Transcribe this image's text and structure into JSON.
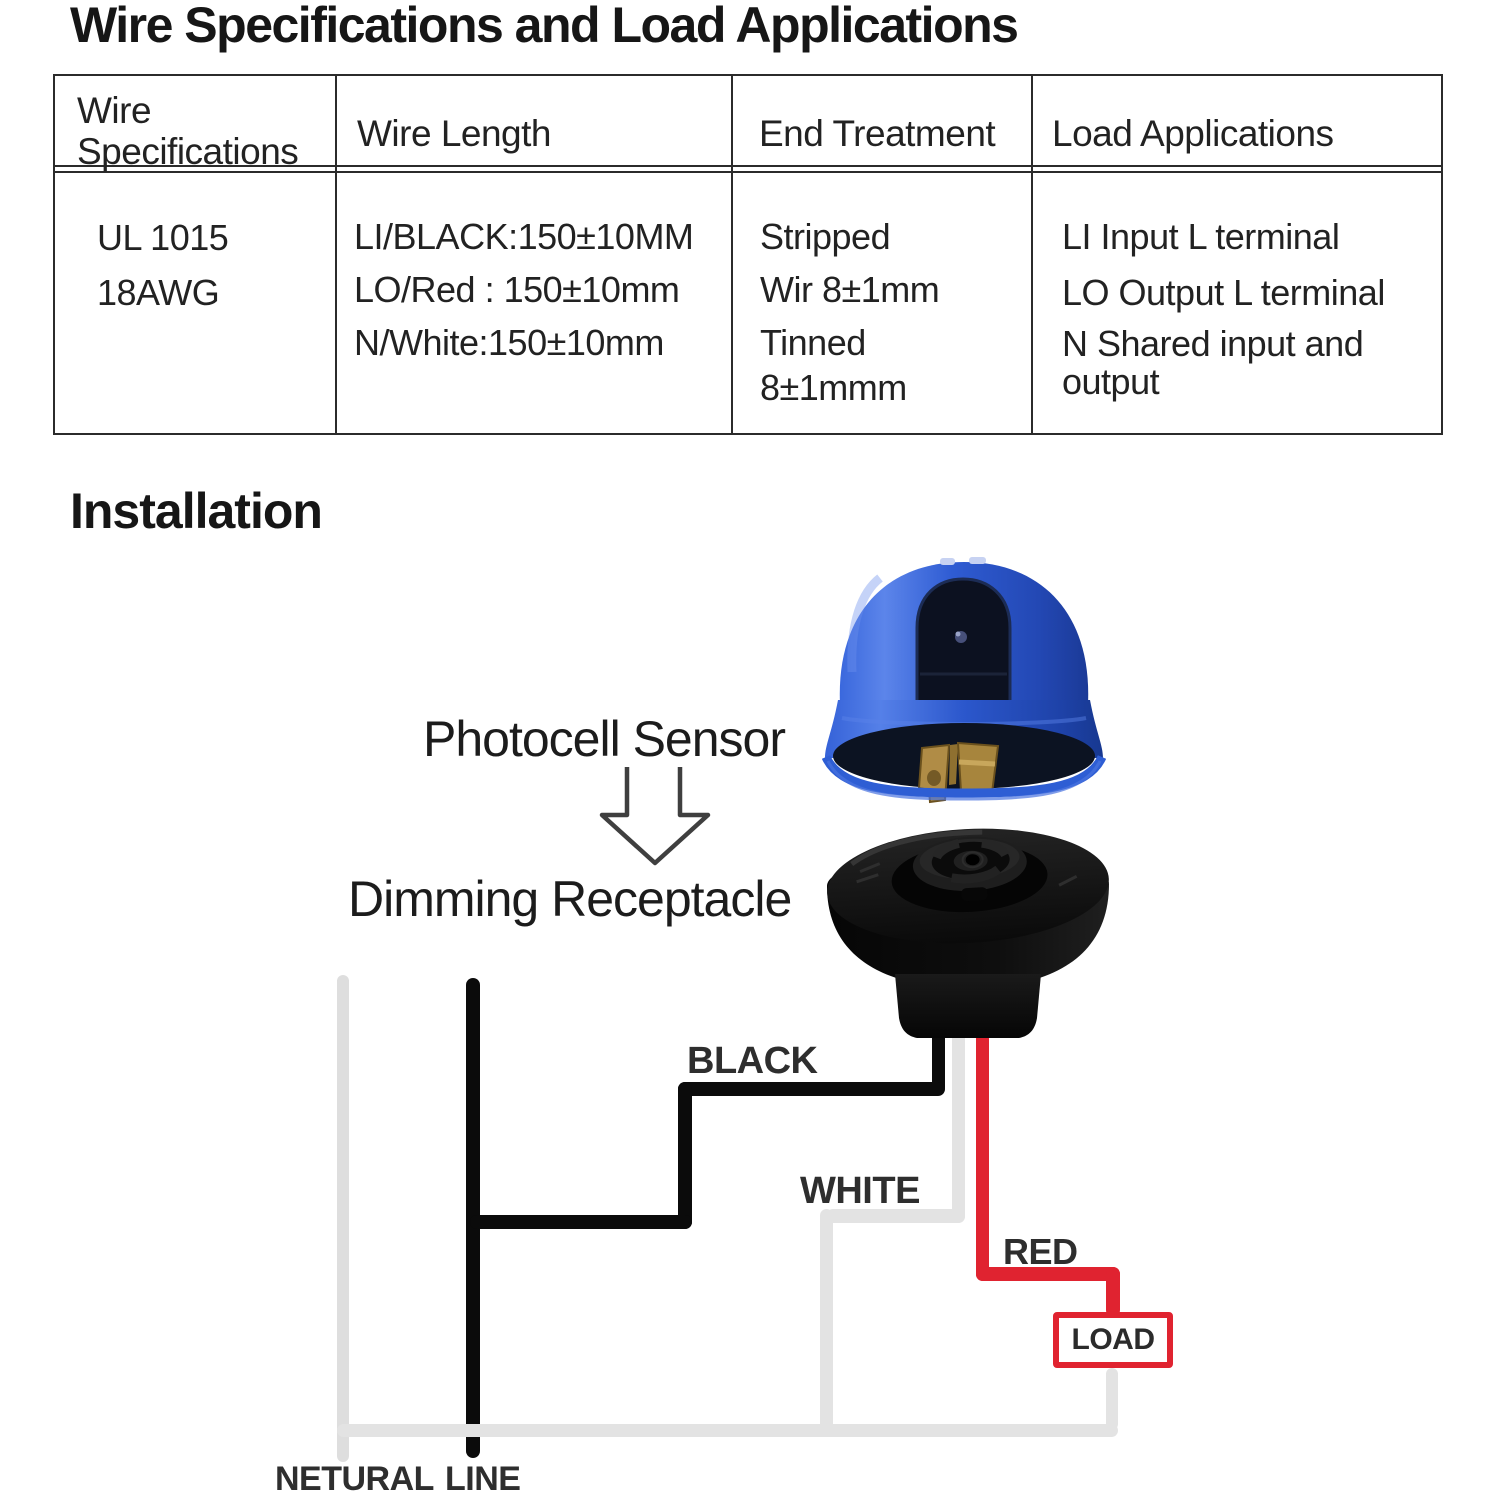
{
  "title": "Wire Specifications and Load Applications",
  "table": {
    "headers": [
      "Wire Specifications",
      "Wire Length",
      "End Treatment",
      "Load Applications"
    ],
    "rows": [
      {
        "wire_specifications": [
          "UL 1015",
          "18AWG"
        ],
        "wire_length": [
          "LI/BLACK:150±10MM",
          "LO/Red : 150±10mm",
          "N/White:150±10mm"
        ],
        "end_treatment": [
          "Stripped",
          "Wir 8±1mm",
          "Tinned",
          "8±1mmm"
        ],
        "load_applications": [
          "LI Input L terminal",
          "LO Output L terminal",
          "N  Shared input and output"
        ]
      }
    ]
  },
  "installation": {
    "heading": "Installation",
    "photocell_label": "Photocell Sensor",
    "receptacle_label": "Dimming Receptacle",
    "wiring": {
      "black": "BLACK",
      "white": "WHITE",
      "red": "RED",
      "load": "LOAD",
      "neutral": "NETURAL",
      "line": "LINE"
    },
    "colors": {
      "photocell_blue": "#2e5ed4",
      "receptacle_black": "#111111",
      "wire_black": "#0b0b0b",
      "wire_white": "#e3e3e3",
      "wire_red": "#e02330",
      "neutral_gray": "#dedede"
    }
  }
}
